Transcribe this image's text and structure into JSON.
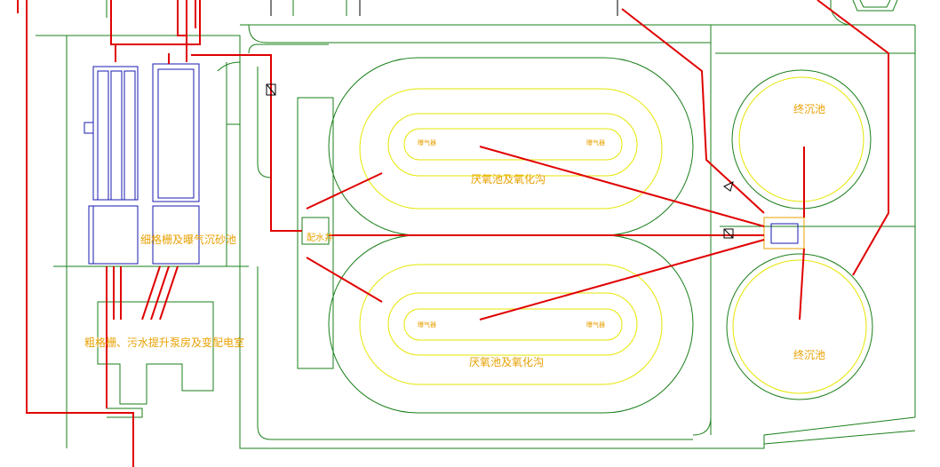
{
  "drawing": {
    "labels": {
      "fine_screen_grit": "细格栅及曝气沉砂池",
      "coarse_screen_pump": "粗格栅、污水提升泵房及变配电室",
      "anoxic_oxidation_top": "厌氧池及氧化沟",
      "anoxic_oxidation_bottom": "厌氧池及氧化沟",
      "distribution_well": "配水井",
      "final_settling": "终沉池",
      "final_settling_bottom": "终沉池",
      "pool_tag_left_top": "曝气器",
      "pool_tag_right_top": "曝气器",
      "pool_tag_left_bottom": "曝气器",
      "pool_tag_right_bottom": "曝气器"
    },
    "colors": {
      "pipe_red": "#e00000",
      "wall_green": "#1a7f1a",
      "pool_yellow": "#e6e600",
      "building_blue": "#1a1ab0",
      "text_orange": "#e8a000"
    }
  }
}
